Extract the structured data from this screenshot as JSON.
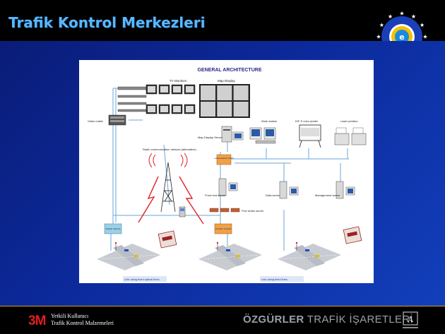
{
  "slide": {
    "title": "Trafik Kontrol Merkezleri"
  },
  "diagram": {
    "title": "GENERAL ARCHITECTURE",
    "labels": {
      "tv_monitors": "TV Monitors",
      "map_display": "Map Display",
      "video_matrix": "Video matrix",
      "map_display_server": "Map Display Server",
      "work_station": "Work station",
      "plotter": "D/F S color plotter",
      "laser_printers": "Laser printers",
      "radio_network": "Radio communication network (alternative)",
      "local_network": "Local network (TCP)",
      "front_end_server": "Front end server",
      "data_server": "Data server",
      "management_server": "Management server",
      "port_series_server": "Port series server",
      "optical_network": "Optical network",
      "corridor_network": "Corridor network",
      "link_optical": "Link using fixed optical lines",
      "link_fixed": "Link using fixed lines"
    }
  },
  "footer": {
    "brand_3m": "3M",
    "authorized_line1": "Yetkili Kullanıcı",
    "authorized_line2": "Trafik Kontrol Malzemeleri",
    "company_bold": "ÖZGÜRLER",
    "company_rest": " TRAFİK İŞARETLERİ",
    "company_logo_caption": "ÖZGÜRLER TRAFİK"
  },
  "colors": {
    "title": "#58b8ff",
    "background_panel": "#0c2a9c",
    "footer_rule": "#d8a000",
    "brand_red": "#e01e1e"
  },
  "icons": [
    "eu-stars-badge-icon",
    "monitor-icon",
    "server-icon",
    "printer-icon",
    "antenna-tower-icon",
    "lightning-icon",
    "tram-icon",
    "intersection-icon"
  ]
}
